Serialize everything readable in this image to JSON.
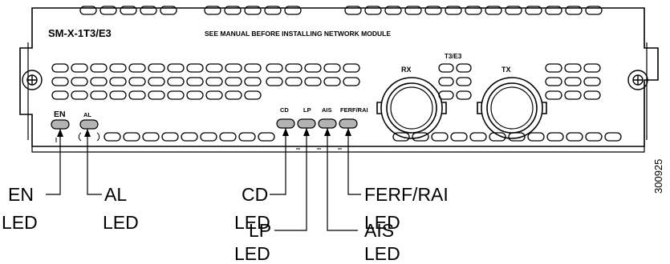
{
  "module": {
    "model": "SM-X-1T3/E3",
    "warning": "SEE MANUAL BEFORE INSTALLING NETWORK MODULE",
    "port_group_label": "T3/E3",
    "rx_label": "RX",
    "tx_label": "TX"
  },
  "leds": {
    "en": "EN",
    "al": "AL",
    "cd": "CD",
    "lp": "LP",
    "ais": "AIS",
    "ferf": "FERF/RAI"
  },
  "callouts": {
    "en_name": "EN",
    "en_led": "LED",
    "al_name": "AL",
    "al_led": "LED",
    "cd_name": "CD",
    "cd_led": "LED",
    "lp_name": "LP",
    "lp_led": "LED",
    "ais_name": "AIS",
    "ais_led": "LED",
    "ferf_name": "FERF/RAI",
    "ferf_led": "LED"
  },
  "figure_id": "300925",
  "colors": {
    "led_fill": "#b3b3b3",
    "outline": "#000000",
    "background": "#ffffff"
  }
}
